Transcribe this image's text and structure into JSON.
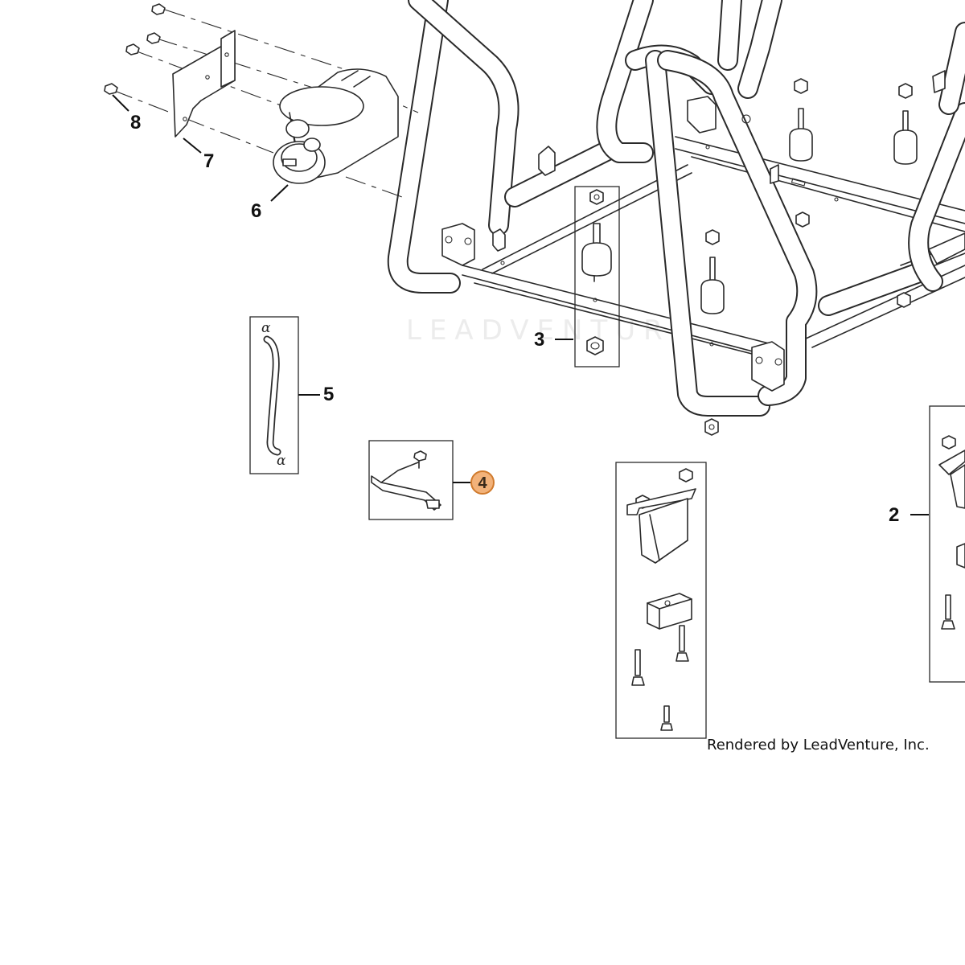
{
  "diagram": {
    "watermark": "LEADVENTURE",
    "credit": "Rendered by LeadVenture, Inc.",
    "hose_end_mark": "α",
    "highlight_color": "#f2b27a",
    "callouts": [
      {
        "id": "2",
        "label": "2",
        "highlighted": false
      },
      {
        "id": "3",
        "label": "3",
        "highlighted": false
      },
      {
        "id": "4",
        "label": "4",
        "highlighted": true
      },
      {
        "id": "5",
        "label": "5",
        "highlighted": false
      },
      {
        "id": "6",
        "label": "6",
        "highlighted": false
      },
      {
        "id": "7",
        "label": "7",
        "highlighted": false
      },
      {
        "id": "8",
        "label": "8",
        "highlighted": false
      }
    ]
  }
}
